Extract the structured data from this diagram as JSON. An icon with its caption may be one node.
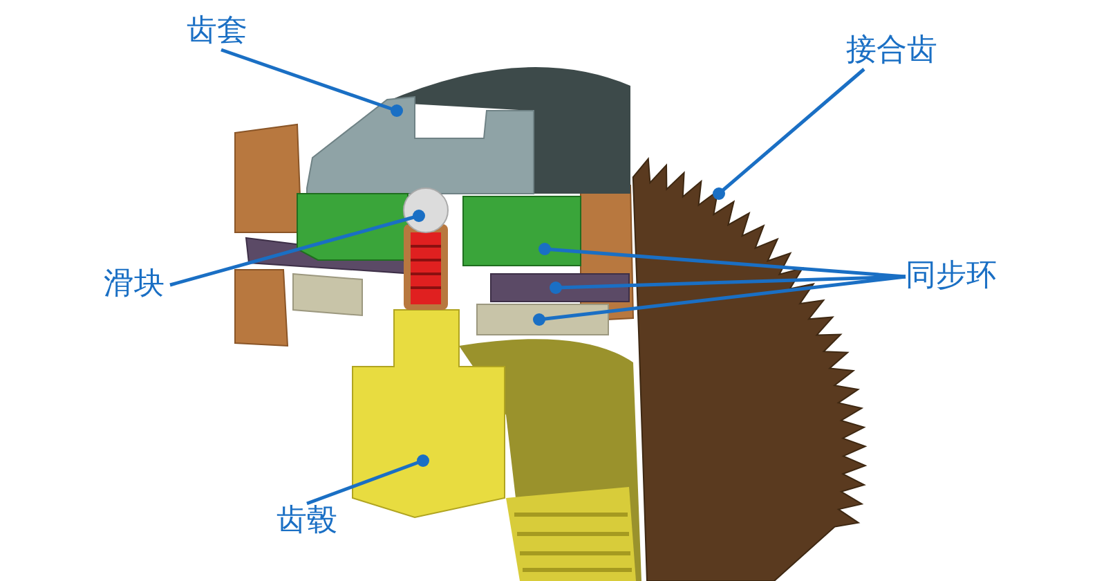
{
  "diagram": {
    "nodes": [
      {
        "text": [
          "齿套"
        ]
      },
      {
        "text": [
          "接合齿"
        ]
      },
      {
        "text": [
          "滑块"
        ]
      },
      {
        "text": [
          "同步环"
        ]
      },
      {
        "text": [
          "齿毂"
        ]
      },
      {
        "text": [],
        "shape": "picture"
      },
      {
        "text": [],
        "shape": "picture"
      },
      {
        "text": [],
        "shape": "picture"
      },
      {
        "text": [],
        "shape": "picture"
      },
      {
        "text": [],
        "shape": "picture"
      },
      {
        "text": [],
        "shape": "picture"
      },
      {
        "text": [],
        "shape": "picture"
      }
    ],
    "edges": [
      {
        "from": 0,
        "to": 5,
        "arrow": "other"
      },
      {
        "from": 1,
        "to": 6,
        "arrow": "other"
      },
      {
        "from": 2,
        "to": 7,
        "arrow": "other"
      },
      {
        "from": 3,
        "to": 8,
        "arrow": "other"
      },
      {
        "from": 3,
        "to": 9,
        "arrow": "other"
      },
      {
        "from": 3,
        "to": 10,
        "arrow": "other"
      },
      {
        "from": 4,
        "to": 11,
        "arrow": "other"
      }
    ]
  }
}
